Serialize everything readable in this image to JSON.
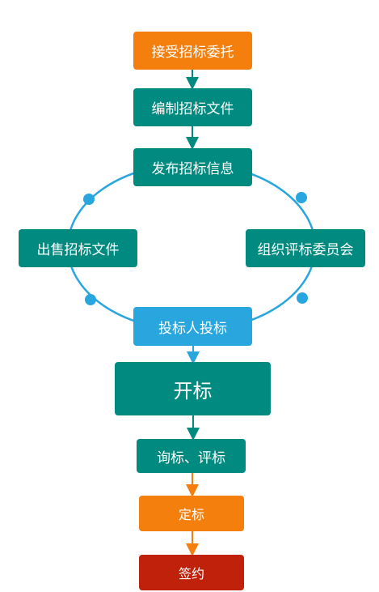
{
  "diagram": {
    "nodes": {
      "accept": "接受招标委托",
      "compile": "编制招标文件",
      "publish": "发布招标信息",
      "sell": "出售招标文件",
      "committee": "组织评标委员会",
      "bid": "投标人投标",
      "open": "开标",
      "evaluate": "询标、评标",
      "decide": "定标",
      "sign": "签约"
    },
    "colors": {
      "orange": "#f57f0c",
      "teal": "#008a80",
      "blue": "#29a6de",
      "red": "#c0210a",
      "ring": "#29a6de"
    }
  }
}
